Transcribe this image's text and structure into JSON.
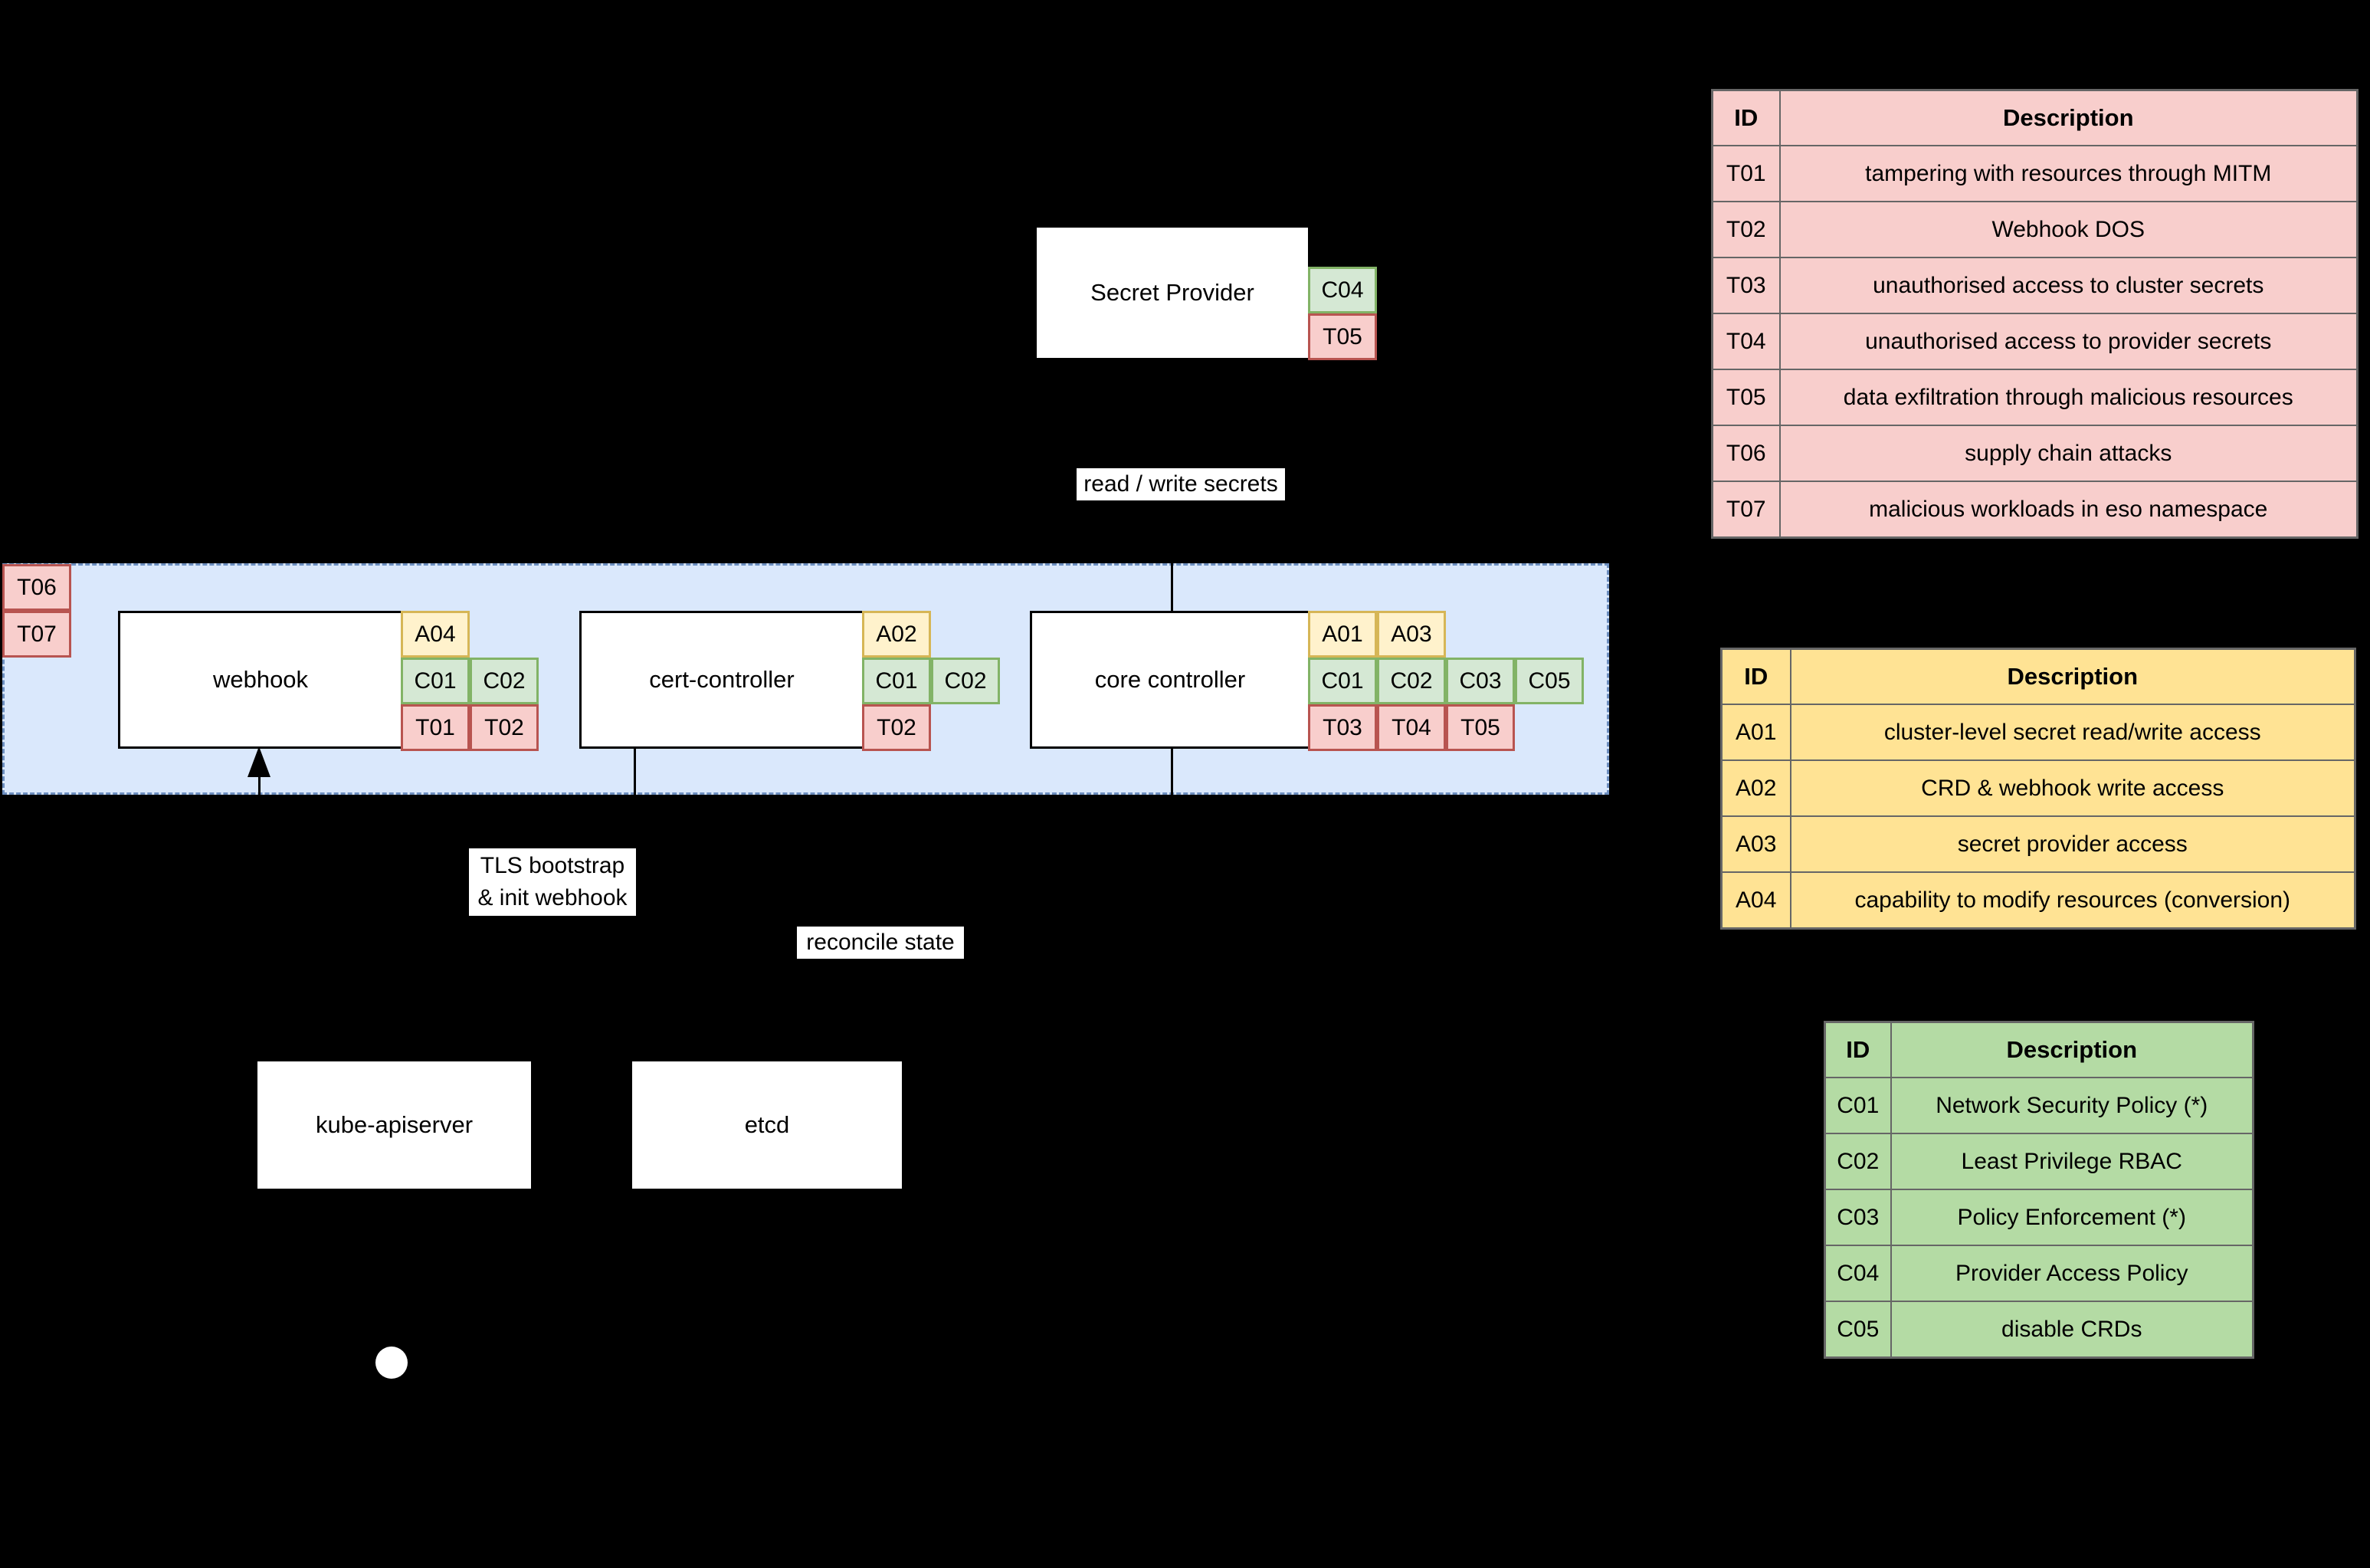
{
  "colors": {
    "background": "#000000",
    "boundary_fill": "#dae8fc",
    "boundary_stroke": "#6c8ebf",
    "node_fill": "#ffffff",
    "node_stroke": "#000000",
    "access_tag_fill": "#fff2cc",
    "access_tag_stroke": "#d6b656",
    "control_tag_fill": "#d5e8d4",
    "control_tag_stroke": "#82b366",
    "threat_tag_fill": "#f8cecc",
    "threat_tag_stroke": "#b85450",
    "threat_table_fill": "#f8cecc",
    "access_table_fill": "#ffe394",
    "control_table_fill": "#b4dba4",
    "table_border": "#666666",
    "connector": "#000000"
  },
  "diagram": {
    "secret_provider": {
      "label": "Secret Provider",
      "tags": [
        {
          "label": "C04",
          "kind": "control"
        },
        {
          "label": "T05",
          "kind": "threat"
        }
      ]
    },
    "boundary_tags": [
      {
        "label": "T06",
        "kind": "threat"
      },
      {
        "label": "T07",
        "kind": "threat"
      }
    ],
    "webhook": {
      "label": "webhook",
      "tags": [
        {
          "label": "A04",
          "kind": "access"
        },
        {
          "label": "C01",
          "kind": "control"
        },
        {
          "label": "C02",
          "kind": "control"
        },
        {
          "label": "T01",
          "kind": "threat"
        },
        {
          "label": "T02",
          "kind": "threat"
        }
      ]
    },
    "cert_controller": {
      "label": "cert-controller",
      "tags": [
        {
          "label": "A02",
          "kind": "access"
        },
        {
          "label": "C01",
          "kind": "control"
        },
        {
          "label": "C02",
          "kind": "control"
        },
        {
          "label": "T02",
          "kind": "threat"
        }
      ]
    },
    "core_controller": {
      "label": "core controller",
      "tags": [
        {
          "label": "A01",
          "kind": "access"
        },
        {
          "label": "A03",
          "kind": "access"
        },
        {
          "label": "C01",
          "kind": "control"
        },
        {
          "label": "C02",
          "kind": "control"
        },
        {
          "label": "C03",
          "kind": "control"
        },
        {
          "label": "C05",
          "kind": "control"
        },
        {
          "label": "T03",
          "kind": "threat"
        },
        {
          "label": "T04",
          "kind": "threat"
        },
        {
          "label": "T05",
          "kind": "threat"
        }
      ]
    },
    "kube_apiserver": {
      "label": "kube-apiserver"
    },
    "etcd": {
      "label": "etcd"
    },
    "edge_labels": {
      "read_write_secrets": "read / write secrets",
      "tls_bootstrap_line1": "TLS bootstrap",
      "tls_bootstrap_line2": "& init webhook",
      "reconcile_state": "reconcile state"
    }
  },
  "tables": {
    "threats": {
      "header": {
        "id": "ID",
        "description": "Description"
      },
      "rows": [
        {
          "id": "T01",
          "description": "tampering with resources through MITM"
        },
        {
          "id": "T02",
          "description": "Webhook DOS"
        },
        {
          "id": "T03",
          "description": "unauthorised access to cluster secrets"
        },
        {
          "id": "T04",
          "description": "unauthorised access to provider secrets"
        },
        {
          "id": "T05",
          "description": "data exfiltration through malicious resources"
        },
        {
          "id": "T06",
          "description": "supply chain attacks"
        },
        {
          "id": "T07",
          "description": "malicious workloads in eso namespace"
        }
      ]
    },
    "access": {
      "header": {
        "id": "ID",
        "description": "Description"
      },
      "rows": [
        {
          "id": "A01",
          "description": "cluster-level secret read/write access"
        },
        {
          "id": "A02",
          "description": "CRD & webhook write access"
        },
        {
          "id": "A03",
          "description": "secret provider access"
        },
        {
          "id": "A04",
          "description": "capability to modify resources (conversion)"
        }
      ]
    },
    "controls": {
      "header": {
        "id": "ID",
        "description": "Description"
      },
      "rows": [
        {
          "id": "C01",
          "description": "Network Security Policy (*)"
        },
        {
          "id": "C02",
          "description": "Least Privilege RBAC"
        },
        {
          "id": "C03",
          "description": "Policy Enforcement (*)"
        },
        {
          "id": "C04",
          "description": "Provider Access Policy"
        },
        {
          "id": "C05",
          "description": "disable CRDs"
        }
      ]
    }
  }
}
